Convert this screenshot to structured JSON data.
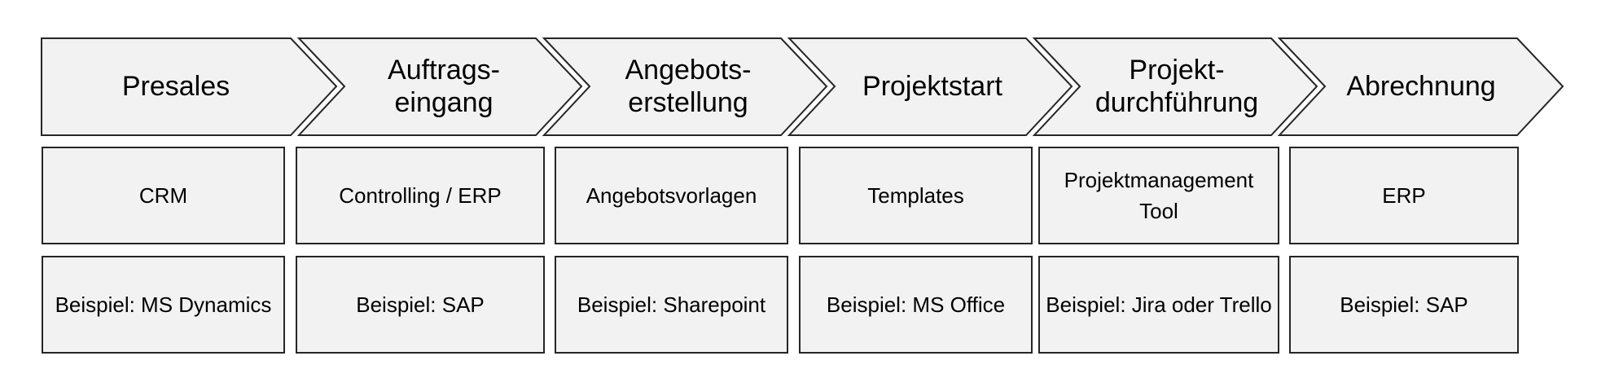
{
  "phases": [
    {
      "label": "Presales"
    },
    {
      "label": "Auftrags-\neingang"
    },
    {
      "label": "Angebots-\nerstellung"
    },
    {
      "label": "Projektstart"
    },
    {
      "label": "Projekt-\ndurchführung"
    },
    {
      "label": "Abrechnung"
    }
  ],
  "tools": [
    {
      "label": "CRM"
    },
    {
      "label": "Controlling / ERP"
    },
    {
      "label": "Angebotsvorlagen"
    },
    {
      "label": "Templates"
    },
    {
      "label": "Projektmanagement Tool"
    },
    {
      "label": "ERP"
    }
  ],
  "examples": [
    {
      "label": "Beispiel: MS Dynamics"
    },
    {
      "label": "Beispiel: SAP"
    },
    {
      "label": "Beispiel: Sharepoint"
    },
    {
      "label": "Beispiel: MS Office"
    },
    {
      "label": "Beispiel: Jira oder Trello"
    },
    {
      "label": "Beispiel: SAP"
    }
  ],
  "colors": {
    "fill": "#f2f2f2",
    "stroke": "#262626"
  }
}
